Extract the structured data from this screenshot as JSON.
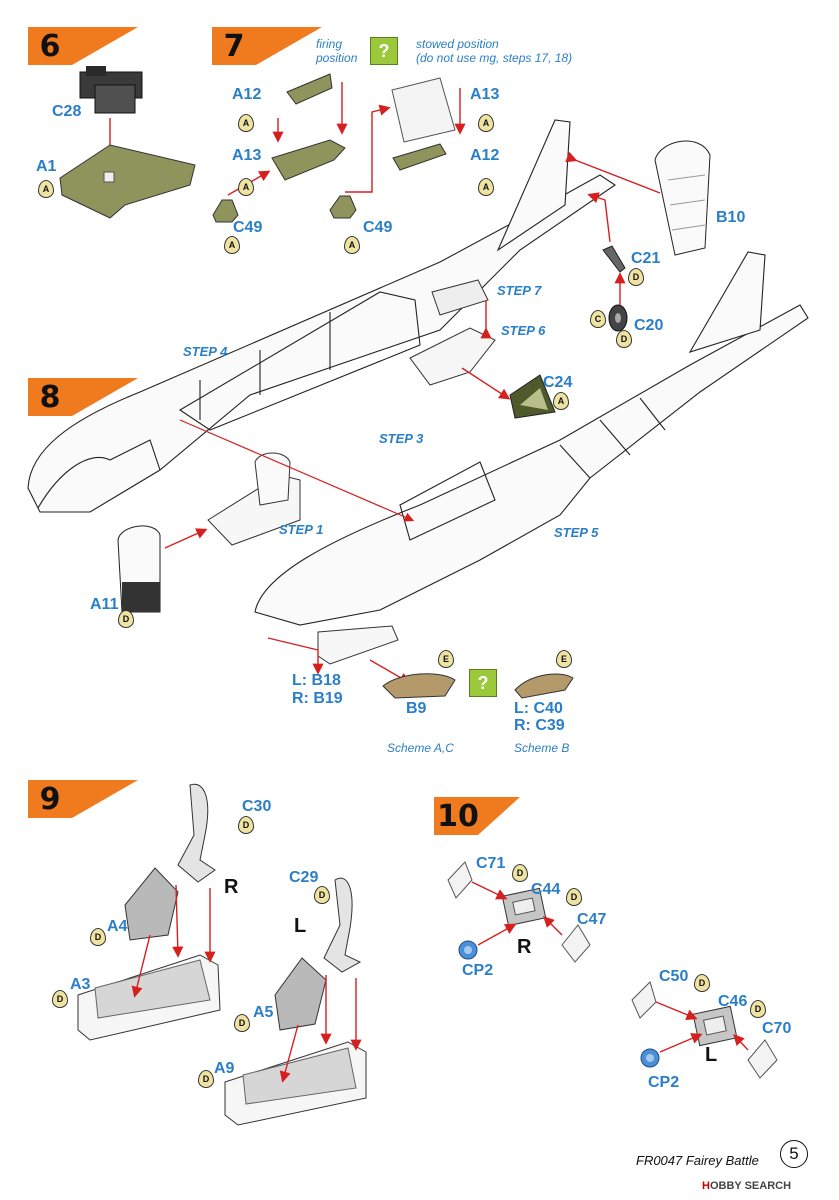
{
  "steps": {
    "s6": "6",
    "s7": "7",
    "s8": "8",
    "s9": "9",
    "s10": "10"
  },
  "colors": {
    "orange": "#f07a1e",
    "blue": "#2a7fc8",
    "red": "#d62020",
    "olive": "#9aa063",
    "tan": "#b49a6a",
    "gray": "#d8d8d8",
    "green_q": "#9cc83c",
    "paint_yellow": "#efe3a2"
  },
  "step6": {
    "c28": "C28",
    "a1": "A1",
    "paint_a": "A"
  },
  "step7": {
    "firing": "firing\nposition",
    "firing_l1": "firing",
    "firing_l2": "position",
    "stowed_l1": "stowed position",
    "stowed_l2": "(do not use mg, steps 17, 18)",
    "q": "?",
    "a12_left": "A12",
    "a13_left": "A13",
    "c49_left": "C49",
    "a13_right": "A13",
    "a12_right": "A12",
    "c49_right": "C49",
    "paint_a": "A"
  },
  "main": {
    "b10": "B10",
    "c21": "C21",
    "c20": "C20",
    "c24": "C24",
    "paint_d": "D",
    "paint_c": "C",
    "paint_a": "A",
    "paint_e": "E",
    "step7": "STEP 7",
    "step6": "STEP 6",
    "step4": "STEP 4",
    "step3": "STEP 3",
    "step1": "STEP 1",
    "step5": "STEP 5",
    "a11": "A11",
    "lb18": "L: B18",
    "rb19": "R: B19",
    "b9": "B9",
    "lc40": "L: C40",
    "rc39": "R: C39",
    "scheme_ac": "Scheme A,C",
    "scheme_b": "Scheme B",
    "q": "?"
  },
  "step9": {
    "c30": "C30",
    "c29": "C29",
    "r": "R",
    "l": "L",
    "a4": "A4",
    "a3": "A3",
    "a5": "A5",
    "a9": "A9",
    "paint_d": "D"
  },
  "step10": {
    "c71": "C71",
    "c44": "C44",
    "c47": "C47",
    "cp2_r": "CP2",
    "r": "R",
    "c50": "C50",
    "c46": "C46",
    "c70": "C70",
    "cp2_l": "CP2",
    "l": "L",
    "paint_d": "D"
  },
  "footer": {
    "title": "FR0047 Fairey Battle",
    "page": "5"
  },
  "watermark": {
    "brand_a": "H",
    "brand_b": "OBBY SEARCH"
  }
}
